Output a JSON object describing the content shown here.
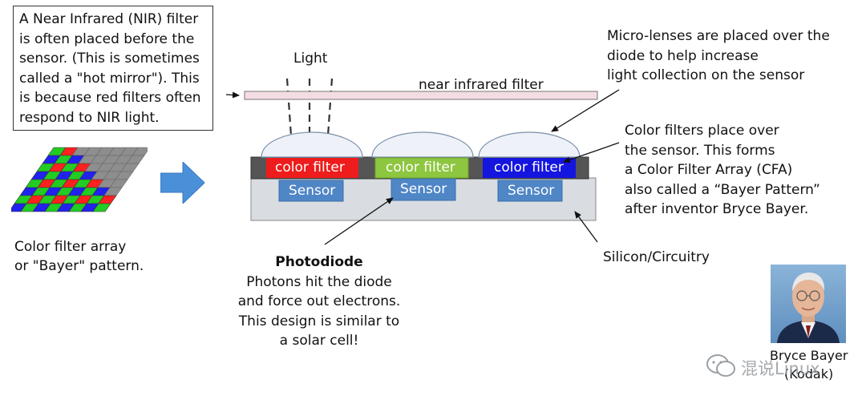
{
  "nir_note": {
    "lines": [
      "A Near Infrared (NIR) filter",
      "is often placed before the",
      "sensor. (This is sometimes",
      "called a \"hot mirror\"). This",
      "is because red filters often",
      "respond to NIR light."
    ]
  },
  "bayer_caption": {
    "line1": "Color filter array",
    "line2": "or \"Bayer\" pattern."
  },
  "light_label": "Light",
  "nir_filter_label": "near infrared filter",
  "micro_lens_note": {
    "lines": [
      "Micro-lenses are placed over the",
      "diode to help increase",
      "light collection on the sensor"
    ]
  },
  "cfa_note": {
    "lines": [
      "Color filters place over",
      "the sensor. This forms",
      "a Color Filter Array (CFA)",
      "also called a “Bayer Pattern”",
      "after inventor Bryce Bayer."
    ]
  },
  "color_filters": [
    {
      "label": "color filter",
      "color": "#ee1c1c"
    },
    {
      "label": "color filter",
      "color": "#8dc63f"
    },
    {
      "label": "color filter",
      "color": "#1515e0"
    }
  ],
  "sensors": [
    "Sensor",
    "Sensor",
    "Sensor"
  ],
  "silicon_label": "Silicon/Circuitry",
  "photodiode": {
    "title": "Photodiode",
    "lines": [
      "Photons hit the diode",
      "and force out electrons.",
      "This design is similar to",
      "a solar cell!"
    ]
  },
  "portrait_caption": {
    "line1": "Bryce Bayer",
    "line2": "(Kodak)"
  },
  "watermark": "混说Linux",
  "colors": {
    "sensor_fill": "#4f86c6",
    "substrate_fill": "#d9dde2",
    "nir_filter_fill": "#f4dde2",
    "arrow_fill": "#4a90d9",
    "bayer_red": "#ff2020",
    "bayer_green": "#22cc22",
    "bayer_blue": "#2222ee"
  }
}
